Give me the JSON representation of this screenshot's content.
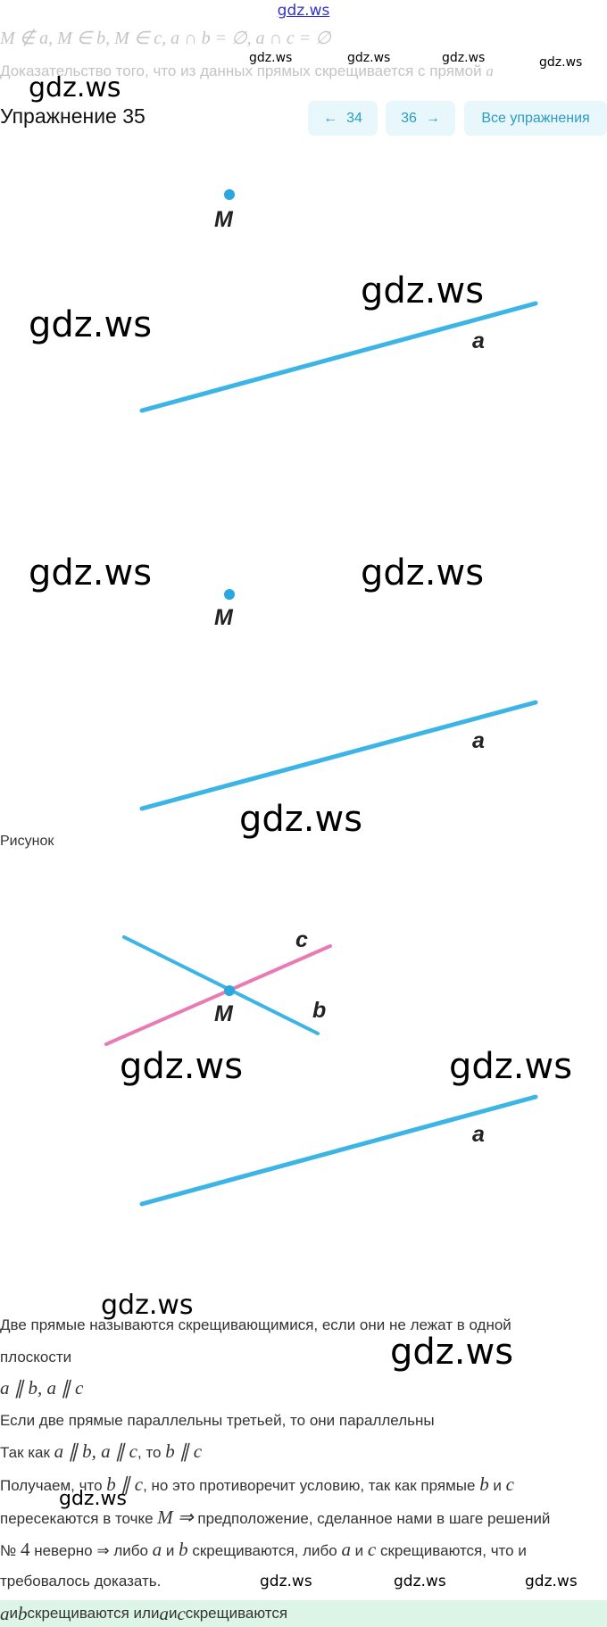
{
  "top_link": "gdz.ws",
  "given_formula": "M ∉ a, M ∈ b, M ∈ c, a ∩ b = ∅,  a ∩ c = ∅",
  "prove_text": "Доказательство того, что из данных прямых скрещивается с прямой",
  "prove_var": "a",
  "title": "Упражнение 35",
  "nav": {
    "prev_label": "34",
    "next_label": "36",
    "all_label": "Все упражнения",
    "accent": "#2a9bc4",
    "button_bg": "#e8f7fb"
  },
  "figures": {
    "point_label": "M",
    "line_a_label": "a",
    "line_b_label": "b",
    "line_c_label": "c",
    "figure_caption": "Рисунок",
    "blue": "#3db4e6",
    "pink": "#e87bb3"
  },
  "solution": {
    "line1": "Две прямые называются скрещивающимися, если они не лежат в одной",
    "line2": "плоскости",
    "line3": "a ∥ b,  a ∥ c",
    "line4": "Если две прямые параллельны третьей, то они параллельны",
    "line5_pre": "Так как ",
    "line5_math1": "a ∥ b,  a ∥ c",
    "line5_mid": ", то ",
    "line5_math2": "b ∥ c",
    "line6_pre": "Получаем, что ",
    "line6_math1": "b ∥ c",
    "line6_mid": ", но это противоречит условию, так как прямые ",
    "line6_b": "b",
    "line6_and": " и ",
    "line6_c": "c",
    "line7_pre": "пересекаются в точке ",
    "line7_math": "M ⇒",
    "line7_post": " предположение, сделанное нами в шаге решений",
    "line8_no": "№ ",
    "line8_num": "4",
    "line8_a": " неверно ",
    "line8_arrow": "⇒",
    "line8_b": " либо ",
    "line8_va": "a",
    "line8_i1": " и ",
    "line8_vb": "b",
    "line8_c": " скрещиваются, либо ",
    "line8_va2": "a",
    "line8_i2": " и ",
    "line8_vc": "c",
    "line8_d": " скрещиваются, что и",
    "line9": "требовалось доказать."
  },
  "answer": {
    "va": "a",
    "i1": " и ",
    "vb": "b",
    "mid": " скрещиваются или ",
    "va2": "a",
    "i2": " и ",
    "vc": "c",
    "end": " скрещиваются",
    "bg": "#dcf5e6"
  },
  "watermark": "gdz.ws"
}
